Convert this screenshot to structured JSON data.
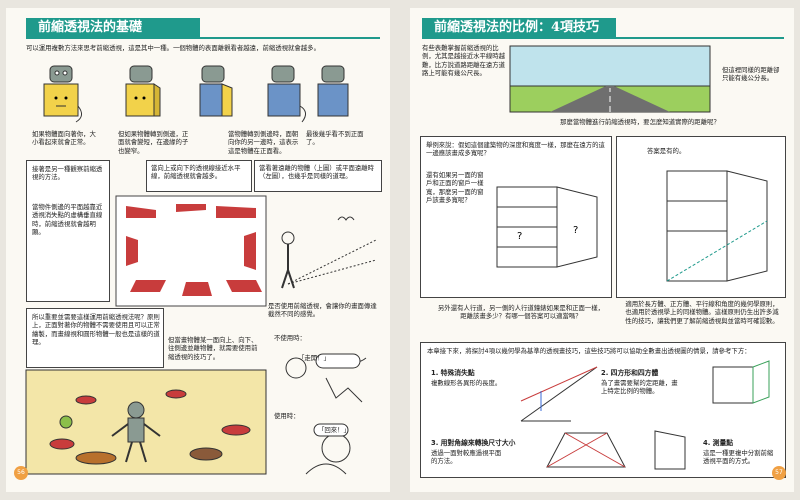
{
  "left": {
    "title": "前縮透視法的基礎",
    "intro": "可以運用複數方法來思考前縮透視，這是其中一種。一個物體的表面離觀看者越遠，前縮透視就會越多。",
    "captions": [
      "如果物體面向著你，大小看起來就會正常。",
      "但如果物體轉到側邊，正面就會變短，在邊緣的子也變窄。",
      "當物體轉到側邊時，面朝向你的另一邊時，這表示這是物體在正面看。",
      "最後幾乎看不到正面了。"
    ],
    "box1": "接著是另一種觀察前縮透視的方法。",
    "box1b": "當物件側邊的平面越靠近透視消失點的虛構垂直線時，前縮透視就會越明顯。",
    "box2": "當向上或向下的透視線接近水平線，前縮透視就會越多。",
    "box3": "當看著遠離的物體（上圖）或平面遠離時（左圖），也幾乎是同樣的道理。",
    "box4": "是否使用前縮透視，會讓你的畫面傳達截然不同的感覺。",
    "box5": "所以重要並需要這樣運用前縮透視法呢？原則上，正面對著你的物體不需要使用且可以正常繪製，而畫線視和圓形物體一般也是這樣的道理。",
    "box6": "但當畫物體某一面向上、向下、往側邊並離物體，就需要使用前縮透視的技巧了。",
    "not_use": "不使用時：",
    "use": "使用時：",
    "bubble1": "「走開！」",
    "bubble2": "「回來！」",
    "page_no": "56"
  },
  "right": {
    "title": "前縮透視法的比例：4項技巧",
    "p1": "有些表難掌握前縮透視的比例，尤其是越接近水平線時越難，比方說道路距離在遠方道路上可能有幾公尺長。",
    "p1b": "但這裡同樣的距離卻只能有幾公分長。",
    "q1": "那麼當物體進行前縮透視時，要怎麼知道實際的距離呢？",
    "p2": "舉例來說：假如這個建築物的深度和寬度一樣，那麼在遠方的這一邊應該畫成多寬呢？",
    "p2b": "還有如果另一面的窗戶和正面的窗戶一樣寬，那麼另一面的窗戶該畫多寬呢？",
    "p3": "答案是有的。",
    "p4": "另外還有人行道，另一側的人行道鐘錶如果是和正面一樣，距離該畫多少？有哪一個答案可以適當嗎？",
    "p5": "適用於長方體、正方體、平行線和角度的幾何學原則，也適用於透視學上的同樣物體。這樣原則仍生出許多減性的技巧，讓我們更了解前縮透視與並當時可確認數。",
    "intro4": "本章接下來，將探討4項以幾何學為基準的透視畫技巧，這些技巧將可以協助全數畫出透視圖的情景，請參考下方：",
    "tech1": "1. 特殊消失點",
    "tech1b": "複數線形各異形的長度。",
    "tech2": "2. 四方形和四方體",
    "tech2b": "為了畫需要幫的定距離，畫上特定比例的物體。",
    "tech3": "3. 用對角線來轉換尺寸大小",
    "tech3b": "透過一面對較應過視平面的方法。",
    "tech4": "4. 測量點",
    "tech4b": "這是一種更複中分割前縮透視平面的方式。",
    "page_no": "57"
  },
  "colors": {
    "accent": "#1f9a8c",
    "pagebadge": "#f0a043",
    "red": "#c83c3c"
  }
}
